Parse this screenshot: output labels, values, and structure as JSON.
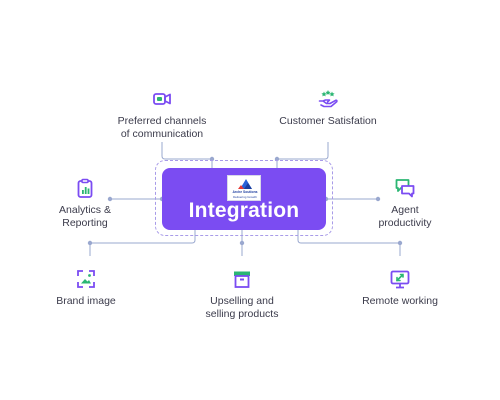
{
  "hub": {
    "title": "Integration",
    "logo_name": "Arche Soutions",
    "logo_tagline": "Delivering Growth"
  },
  "nodes": [
    {
      "id": "channels",
      "label": "Preferred channels\nof communication",
      "icon": "video-chat-icon"
    },
    {
      "id": "satisfaction",
      "label": "Customer Satisfation",
      "icon": "hand-stars-icon"
    },
    {
      "id": "analytics",
      "label": "Analytics &\nReporting",
      "icon": "clipboard-chart-icon"
    },
    {
      "id": "productivity",
      "label": "Agent\nproductivity",
      "icon": "chat-bubbles-icon"
    },
    {
      "id": "brand",
      "label": "Brand image",
      "icon": "image-frame-icon"
    },
    {
      "id": "upselling",
      "label": "Upselling and\nselling products",
      "icon": "archive-box-icon"
    },
    {
      "id": "remote",
      "label": "Remote working",
      "icon": "monitor-icon"
    }
  ],
  "colors": {
    "accent": "#7b4cf2",
    "connector": "#9aa8cf",
    "icon_purple": "#7b4cf2",
    "icon_green": "#2bb673"
  }
}
